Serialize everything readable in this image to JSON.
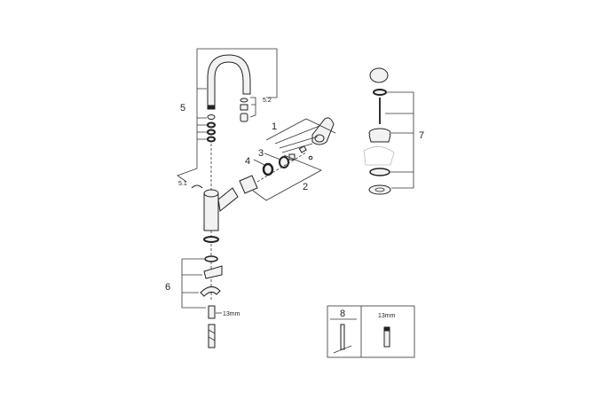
{
  "diagram": {
    "callouts": {
      "c1": "1",
      "c2": "2",
      "c3": "3",
      "c4": "4",
      "c5": "5",
      "c5_1": "5.1",
      "c5_2": "5.2",
      "c6": "6",
      "c7": "7",
      "c8": "8"
    },
    "wrench_size_left": "13mm",
    "wrench_size_box": "13mm"
  }
}
